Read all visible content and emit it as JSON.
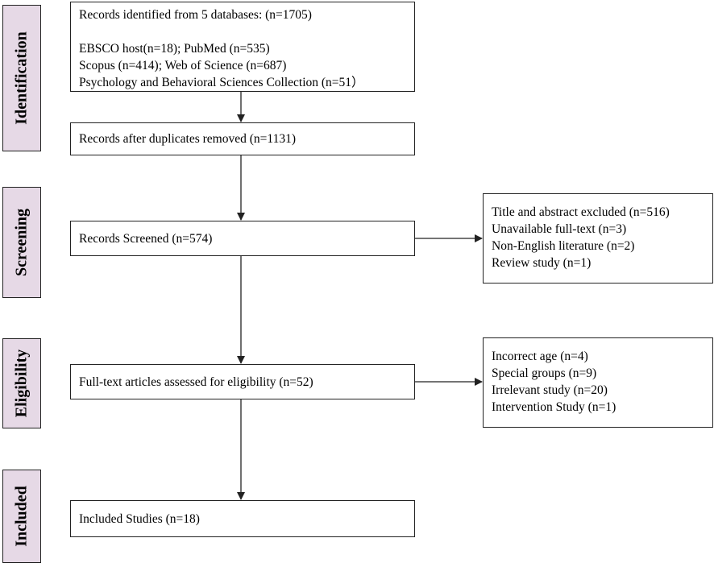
{
  "phases": [
    {
      "id": "identification",
      "label": "Identification"
    },
    {
      "id": "screening",
      "label": "Screening"
    },
    {
      "id": "eligibility",
      "label": "Eligibility"
    },
    {
      "id": "included",
      "label": "Included"
    }
  ],
  "boxes": {
    "identified": {
      "lines": [
        "Records identified from 5 databases:  (n=1705)",
        "",
        "EBSCO host(n=18); PubMed (n=535)",
        "Scopus (n=414); Web of  Science (n=687)",
        "Psychology and Behavioral Sciences Collection (n=51）"
      ]
    },
    "duplicates_removed": {
      "text": "Records after duplicates removed (n=1131)"
    },
    "screened": {
      "text": "Records Screened (n=574)"
    },
    "screening_excluded": {
      "lines": [
        "Title and abstract excluded (n=516)",
        "Unavailable full-text (n=3)",
        "Non-English literature (n=2)",
        "Review study (n=1)"
      ]
    },
    "fulltext_assessed": {
      "text": "Full-text articles assessed for eligibility (n=52)"
    },
    "eligibility_excluded": {
      "lines": [
        "Incorrect age (n=4)",
        "Special groups (n=9)",
        "Irrelevant study (n=20)",
        "Intervention Study (n=1)"
      ]
    },
    "included": {
      "text": "Included Studies  (n=18)"
    }
  },
  "colors": {
    "phase_fill": "#e6d9e6",
    "stroke": "#222222"
  }
}
